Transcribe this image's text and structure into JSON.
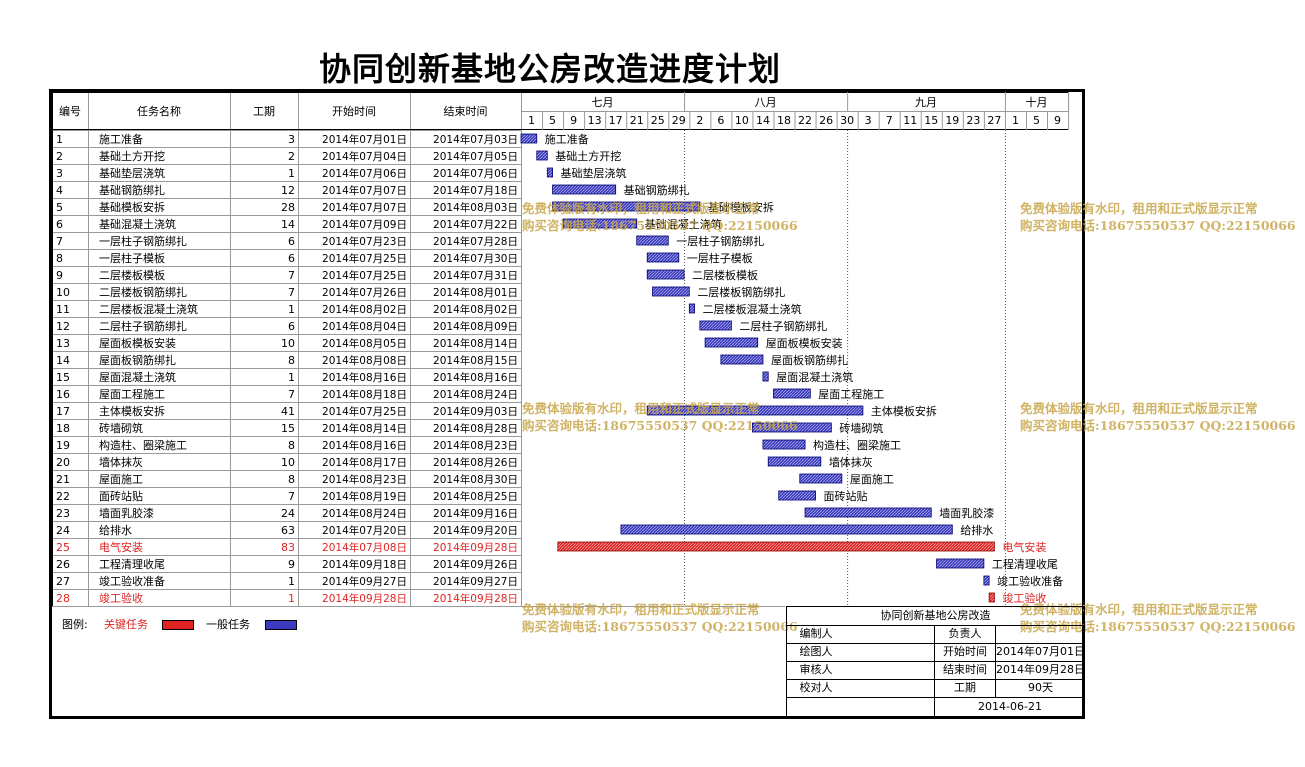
{
  "page_title": "协同创新基地公房改造进度计划",
  "columns": {
    "id": "编号",
    "name": "任务名称",
    "duration": "工期",
    "start": "开始时间",
    "end": "结束时间"
  },
  "colors": {
    "normal_bar": "#3b3bbf",
    "critical_bar": "#e02424",
    "critical_text": "#e02424",
    "watermark": "#c8a64a"
  },
  "watermark": {
    "line1": "免费体验版有水印，租用和正式版显示正常",
    "line2": "购买咨询电话:18675550537 QQ:22150066"
  },
  "legend": {
    "label": "图例:",
    "critical": "关键任务",
    "normal": "一般任务"
  },
  "info_box": {
    "title": "协同创新基地公房改造",
    "compiler_label": "编制人",
    "compiler": "",
    "owner_label": "负责人",
    "owner": "",
    "drawer_label": "绘图人",
    "drawer": "",
    "start_label": "开始时间",
    "start": "2014年07月01日",
    "reviewer_label": "审核人",
    "reviewer": "",
    "end_label": "结束时间",
    "end": "2014年09月28日",
    "checker_label": "校对人",
    "checker": "",
    "duration_label": "工期",
    "duration": "90天",
    "date": "2014-06-21"
  },
  "chart_data": {
    "type": "gantt",
    "timeline_start": "2014-07-01",
    "timeline_end": "2014-10-12",
    "months": [
      {
        "label": "七月",
        "start": "2014-07-01",
        "end": "2014-07-31"
      },
      {
        "label": "八月",
        "start": "2014-08-01",
        "end": "2014-08-31"
      },
      {
        "label": "九月",
        "start": "2014-09-01",
        "end": "2014-09-30"
      },
      {
        "label": "十月",
        "start": "2014-10-01",
        "end": "2014-10-12"
      }
    ],
    "ticks": [
      {
        "label": "1",
        "date": "2014-07-01"
      },
      {
        "label": "5",
        "date": "2014-07-05"
      },
      {
        "label": "9",
        "date": "2014-07-09"
      },
      {
        "label": "13",
        "date": "2014-07-13"
      },
      {
        "label": "17",
        "date": "2014-07-17"
      },
      {
        "label": "21",
        "date": "2014-07-21"
      },
      {
        "label": "25",
        "date": "2014-07-25"
      },
      {
        "label": "29",
        "date": "2014-07-29"
      },
      {
        "label": "2",
        "date": "2014-08-02"
      },
      {
        "label": "6",
        "date": "2014-08-06"
      },
      {
        "label": "10",
        "date": "2014-08-10"
      },
      {
        "label": "14",
        "date": "2014-08-14"
      },
      {
        "label": "18",
        "date": "2014-08-18"
      },
      {
        "label": "22",
        "date": "2014-08-22"
      },
      {
        "label": "26",
        "date": "2014-08-26"
      },
      {
        "label": "30",
        "date": "2014-08-30"
      },
      {
        "label": "3",
        "date": "2014-09-03"
      },
      {
        "label": "7",
        "date": "2014-09-07"
      },
      {
        "label": "11",
        "date": "2014-09-11"
      },
      {
        "label": "15",
        "date": "2014-09-15"
      },
      {
        "label": "19",
        "date": "2014-09-19"
      },
      {
        "label": "23",
        "date": "2014-09-23"
      },
      {
        "label": "27",
        "date": "2014-09-27"
      },
      {
        "label": "1",
        "date": "2014-10-01"
      },
      {
        "label": "5",
        "date": "2014-10-05"
      },
      {
        "label": "9",
        "date": "2014-10-09"
      }
    ],
    "tasks": [
      {
        "id": "1",
        "name": "施工准备",
        "duration": "3",
        "start": "2014年07月01日",
        "end": "2014年07月03日",
        "critical": false
      },
      {
        "id": "2",
        "name": "基础土方开挖",
        "duration": "2",
        "start": "2014年07月04日",
        "end": "2014年07月05日",
        "critical": false
      },
      {
        "id": "3",
        "name": "基础垫层浇筑",
        "duration": "1",
        "start": "2014年07月06日",
        "end": "2014年07月06日",
        "critical": false
      },
      {
        "id": "4",
        "name": "基础钢筋绑扎",
        "duration": "12",
        "start": "2014年07月07日",
        "end": "2014年07月18日",
        "critical": false
      },
      {
        "id": "5",
        "name": "基础模板安拆",
        "duration": "28",
        "start": "2014年07月07日",
        "end": "2014年08月03日",
        "critical": false
      },
      {
        "id": "6",
        "name": "基础混凝土浇筑",
        "duration": "14",
        "start": "2014年07月09日",
        "end": "2014年07月22日",
        "critical": false
      },
      {
        "id": "7",
        "name": "一层柱子钢筋绑扎",
        "duration": "6",
        "start": "2014年07月23日",
        "end": "2014年07月28日",
        "critical": false
      },
      {
        "id": "8",
        "name": "一层柱子模板",
        "duration": "6",
        "start": "2014年07月25日",
        "end": "2014年07月30日",
        "critical": false
      },
      {
        "id": "9",
        "name": "二层楼板模板",
        "duration": "7",
        "start": "2014年07月25日",
        "end": "2014年07月31日",
        "critical": false
      },
      {
        "id": "10",
        "name": "二层楼板钢筋绑扎",
        "duration": "7",
        "start": "2014年07月26日",
        "end": "2014年08月01日",
        "critical": false
      },
      {
        "id": "11",
        "name": "二层楼板混凝土浇筑",
        "duration": "1",
        "start": "2014年08月02日",
        "end": "2014年08月02日",
        "critical": false
      },
      {
        "id": "12",
        "name": "二层柱子钢筋绑扎",
        "duration": "6",
        "start": "2014年08月04日",
        "end": "2014年08月09日",
        "critical": false
      },
      {
        "id": "13",
        "name": "屋面板模板安装",
        "duration": "10",
        "start": "2014年08月05日",
        "end": "2014年08月14日",
        "critical": false
      },
      {
        "id": "14",
        "name": "屋面板钢筋绑扎",
        "duration": "8",
        "start": "2014年08月08日",
        "end": "2014年08月15日",
        "critical": false
      },
      {
        "id": "15",
        "name": "屋面混凝土浇筑",
        "duration": "1",
        "start": "2014年08月16日",
        "end": "2014年08月16日",
        "critical": false
      },
      {
        "id": "16",
        "name": "屋面工程施工",
        "duration": "7",
        "start": "2014年08月18日",
        "end": "2014年08月24日",
        "critical": false
      },
      {
        "id": "17",
        "name": "主体模板安拆",
        "duration": "41",
        "start": "2014年07月25日",
        "end": "2014年09月03日",
        "critical": false
      },
      {
        "id": "18",
        "name": "砖墙砌筑",
        "duration": "15",
        "start": "2014年08月14日",
        "end": "2014年08月28日",
        "critical": false
      },
      {
        "id": "19",
        "name": "构造柱、圈梁施工",
        "duration": "8",
        "start": "2014年08月16日",
        "end": "2014年08月23日",
        "critical": false
      },
      {
        "id": "20",
        "name": "墙体抹灰",
        "duration": "10",
        "start": "2014年08月17日",
        "end": "2014年08月26日",
        "critical": false
      },
      {
        "id": "21",
        "name": "屋面施工",
        "duration": "8",
        "start": "2014年08月23日",
        "end": "2014年08月30日",
        "critical": false
      },
      {
        "id": "22",
        "name": "面砖站贴",
        "duration": "7",
        "start": "2014年08月19日",
        "end": "2014年08月25日",
        "critical": false
      },
      {
        "id": "23",
        "name": "墙面乳胶漆",
        "duration": "24",
        "start": "2014年08月24日",
        "end": "2014年09月16日",
        "critical": false
      },
      {
        "id": "24",
        "name": "给排水",
        "duration": "63",
        "start": "2014年07月20日",
        "end": "2014年09月20日",
        "critical": false
      },
      {
        "id": "25",
        "name": "电气安装",
        "duration": "83",
        "start": "2014年07月08日",
        "end": "2014年09月28日",
        "critical": true
      },
      {
        "id": "26",
        "name": "工程清理收尾",
        "duration": "9",
        "start": "2014年09月18日",
        "end": "2014年09月26日",
        "critical": false
      },
      {
        "id": "27",
        "name": "竣工验收准备",
        "duration": "1",
        "start": "2014年09月27日",
        "end": "2014年09月27日",
        "critical": false
      },
      {
        "id": "28",
        "name": "竣工验收",
        "duration": "1",
        "start": "2014年09月28日",
        "end": "2014年09月28日",
        "critical": true
      }
    ]
  }
}
